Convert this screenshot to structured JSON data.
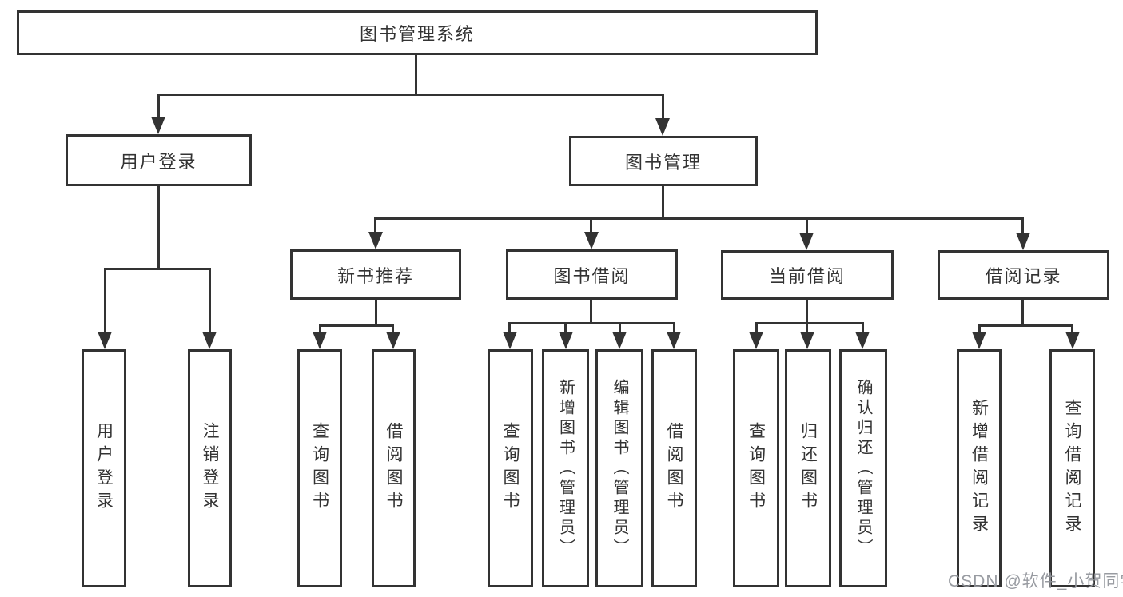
{
  "tree": {
    "root": "图书管理系统",
    "branches": [
      {
        "label": "用户登录",
        "children": [
          "用户登录",
          "注销登录"
        ]
      },
      {
        "label": "图书管理",
        "children": [
          {
            "label": "新书推荐",
            "children": [
              "查询图书",
              "借阅图书"
            ]
          },
          {
            "label": "图书借阅",
            "children": [
              "查询图书",
              "新增图书（管理员）",
              "编辑图书（管理员）",
              "借阅图书"
            ]
          },
          {
            "label": "当前借阅",
            "children": [
              "查询图书",
              "归还图书",
              "确认归还（管理员）"
            ]
          },
          {
            "label": "借阅记录",
            "children": [
              "新增借阅记录",
              "查询借阅记录"
            ]
          }
        ]
      }
    ]
  },
  "watermark": {
    "text": "CSDN @软件_小贺同学"
  },
  "colors": {
    "line": "#333333",
    "border": "#333333",
    "text": "#333333",
    "background": "#ffffff",
    "watermark": "#92969c"
  }
}
